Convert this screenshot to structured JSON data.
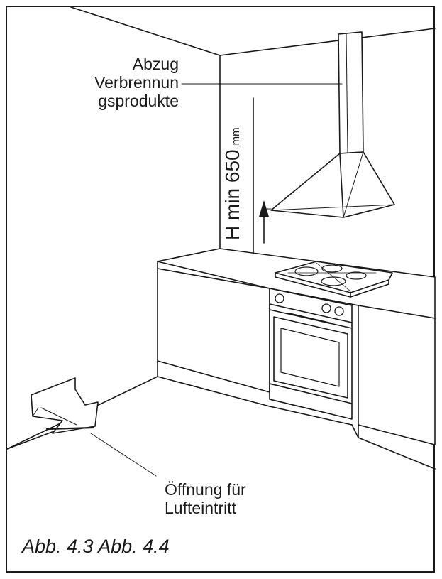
{
  "exhaust_label": {
    "line1": "Abzug",
    "line2": "Verbrennun",
    "line3": "gsprodukte"
  },
  "height_label": {
    "text": "H min 650",
    "unit": "mm"
  },
  "opening_label": {
    "line1": "Öffnung für",
    "line2": "Lufteintritt"
  },
  "caption": "Abb. 4.3 Abb. 4.4",
  "colors": {
    "line": "#1a1a1a",
    "background": "#ffffff"
  }
}
